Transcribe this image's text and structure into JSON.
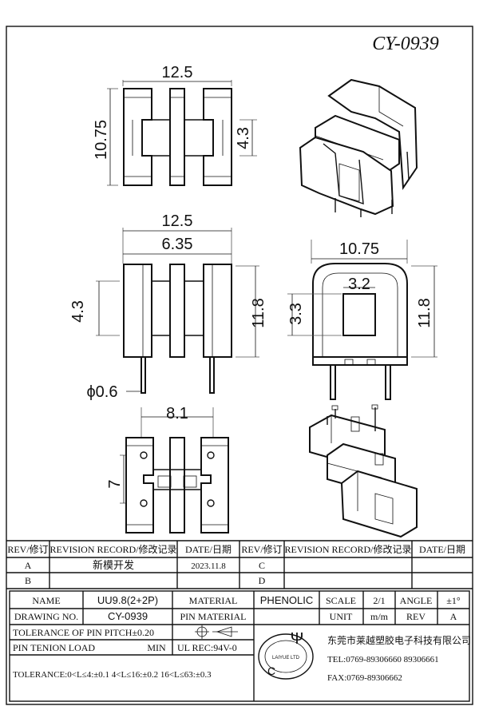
{
  "drawing_title": "CY-0939",
  "dimensions": {
    "top_width": "12.5",
    "top_height": "10.75",
    "top_slot": "4.3",
    "front_width": "12.5",
    "front_inner": "6.35",
    "front_slot": "4.3",
    "front_height": "11.8",
    "pin_dia": "ϕ0.6",
    "side_width": "10.75",
    "side_slot": "3.2",
    "side_slot_h": "3.3",
    "side_height": "11.8",
    "bottom_width": "8.1",
    "bottom_pitch": "7"
  },
  "revision_table": {
    "headers": [
      "REV/修订",
      "REVISION RECORD/修改记录",
      "DATE/日期",
      "REV/修订",
      "REVISION RECORD/修改记录",
      "DATE/日期"
    ],
    "rows": [
      {
        "rev": "A",
        "record": "新模开发",
        "date": "2023.11.8",
        "rev2": "C",
        "record2": "",
        "date2": ""
      },
      {
        "rev": "B",
        "record": "",
        "date": "",
        "rev2": "D",
        "record2": "",
        "date2": ""
      }
    ]
  },
  "title_block": {
    "name_label": "NAME",
    "name_value": "UU9.8(2+2P)",
    "material_label": "MATERIAL",
    "material_value": "PHENOLIC",
    "scale_label": "SCALE",
    "scale_value": "2/1",
    "angle_label": "ANGLE",
    "angle_value": "±1°",
    "drawing_no_label": "DRAWING NO.",
    "drawing_no_value": "CY-0939",
    "pin_material_label": "PIN MATERIAL",
    "unit_label": "UNIT",
    "unit_value": "m/m",
    "rev_label": "REV",
    "rev_value": "A",
    "tolerance_pitch": "TOLERANCE OF PIN PITCH±0.20",
    "pin_tension_label": "PIN TENION LOAD",
    "pin_tension_value": "MIN",
    "ul_rec": "UL REC:94V-0",
    "tolerance_general": "TOLERANCE:0<L≤4:±0.1  4<L≤16:±0.2  16<L≤63:±0.3"
  },
  "company": {
    "name": "东莞市莱越塑胶电子科技有限公司",
    "tel": "TEL:0769-89306660 89306661",
    "fax": "FAX:0769-89306662",
    "logo_ring_text": "LAIYUE LTD"
  }
}
